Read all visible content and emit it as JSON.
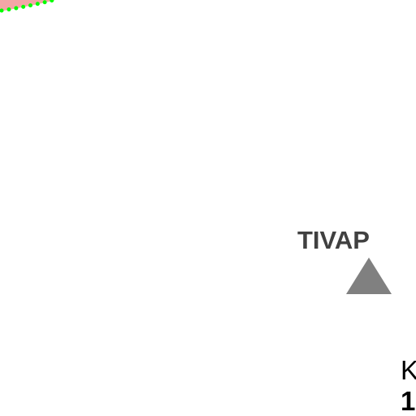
{
  "map": {
    "peak": {
      "name": "TIVAP",
      "marker_icon": "triangle-peak-icon",
      "marker_color": "#808080",
      "label_color": "#404040"
    },
    "edge_labels": {
      "line1": "K",
      "line2": "1"
    },
    "area": {
      "fill_color": "#f4a6a6",
      "border_color": "#00ff00",
      "border_style": "dotted"
    }
  }
}
